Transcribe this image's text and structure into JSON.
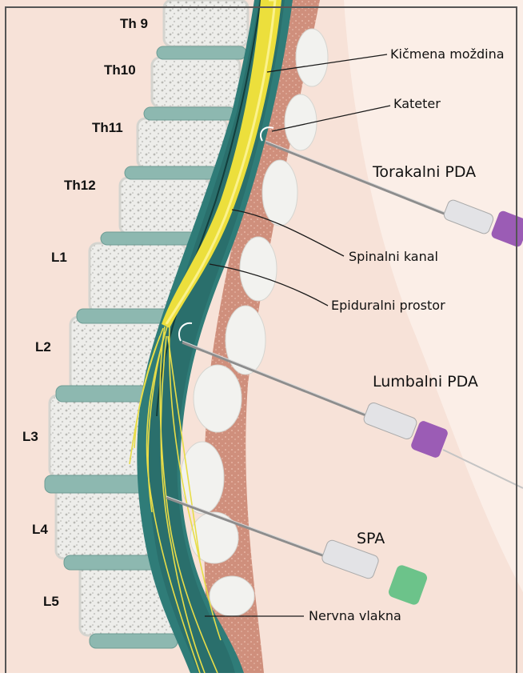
{
  "vertebrae": [
    {
      "label": "Th 9"
    },
    {
      "label": "Th10"
    },
    {
      "label": "Th11"
    },
    {
      "label": "Th12"
    },
    {
      "label": "L1"
    },
    {
      "label": "L2"
    },
    {
      "label": "L3"
    },
    {
      "label": "L4"
    },
    {
      "label": "L5"
    }
  ],
  "callouts": {
    "spinal_cord": "Kičmena moždina",
    "catheter": "Kateter",
    "spinal_canal": "Spinalni kanal",
    "epidural_space": "Epiduralni prostor",
    "nerve_fibers": "Nervna vlakna"
  },
  "needles": {
    "thoracic": {
      "label": "Torakalni PDA",
      "hub_color": "#9b5cb5"
    },
    "lumbar": {
      "label": "Lumbalni PDA",
      "hub_color": "#9b5cb5"
    },
    "spinal": {
      "label": "SPA",
      "hub_color": "#6cc38a"
    }
  },
  "colors": {
    "skin": "#f7e2d8",
    "bone": "#f1f1ec",
    "disc": "#8db8b0",
    "dura": "#2f7c78",
    "cord": "#ecdf3c",
    "fat": "#d8a08c"
  }
}
